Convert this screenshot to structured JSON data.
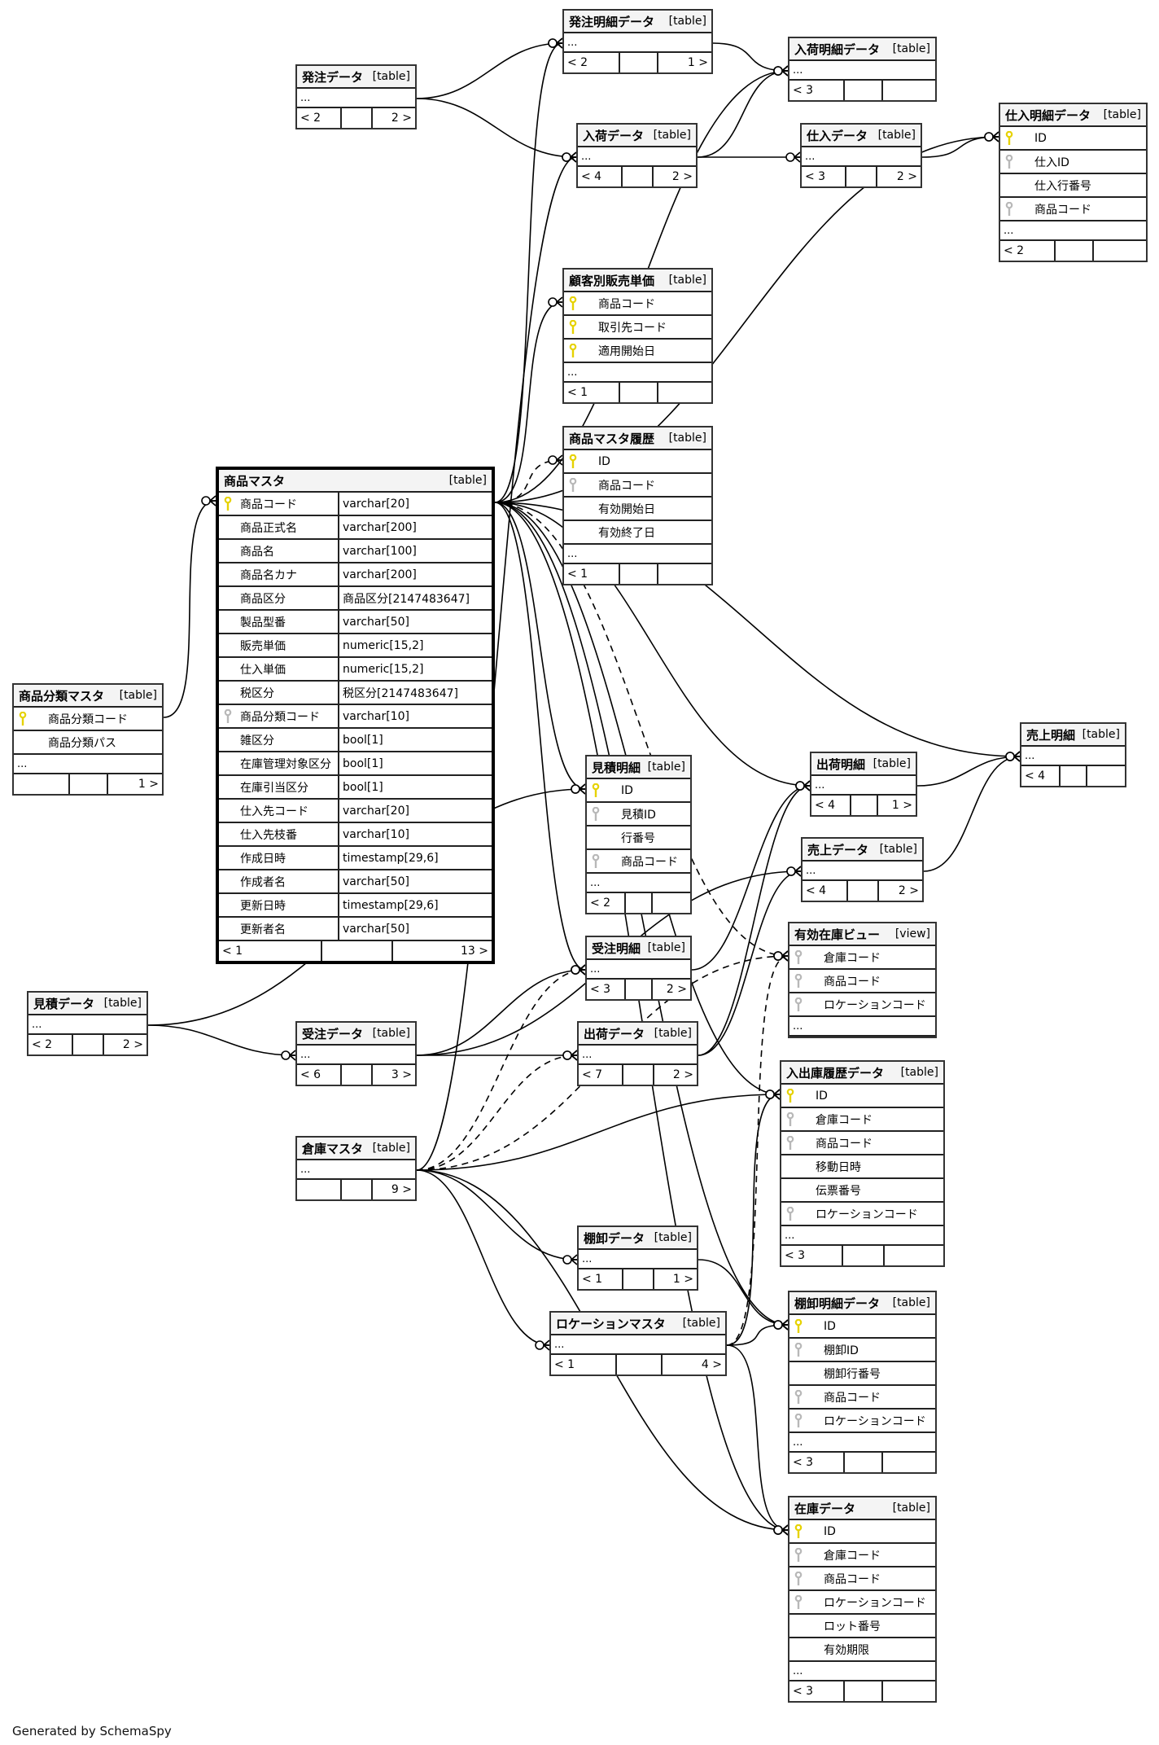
{
  "footer": "Generated by SchemaSpy",
  "colors": {
    "pk_key": "#e6d200",
    "fk_key": "#b8b8b8",
    "line": "#000000",
    "header_bg": "#f4f4f4"
  },
  "tables": [
    {
      "id": "hacchu_meisai",
      "name": "発注明細データ",
      "kind": "[table]",
      "columns": [],
      "ellipsis": "...",
      "parents": "< 2",
      "children": "1 >"
    },
    {
      "id": "hacchu",
      "name": "発注データ",
      "kind": "[table]",
      "columns": [],
      "ellipsis": "...",
      "parents": "< 2",
      "children": "2 >"
    },
    {
      "id": "nyuka_meisai",
      "name": "入荷明細データ",
      "kind": "[table]",
      "columns": [],
      "ellipsis": "...",
      "parents": "< 3",
      "children": ""
    },
    {
      "id": "nyuka",
      "name": "入荷データ",
      "kind": "[table]",
      "columns": [],
      "ellipsis": "...",
      "parents": "< 4",
      "children": "2 >"
    },
    {
      "id": "shiire",
      "name": "仕入データ",
      "kind": "[table]",
      "columns": [],
      "ellipsis": "...",
      "parents": "< 3",
      "children": "2 >"
    },
    {
      "id": "shiire_meisai",
      "name": "仕入明細データ",
      "kind": "[table]",
      "columns": [
        {
          "name": "ID",
          "key": "pk"
        },
        {
          "name": "仕入ID",
          "key": "fk"
        },
        {
          "name": "仕入行番号",
          "key": ""
        },
        {
          "name": "商品コード",
          "key": "fk"
        }
      ],
      "ellipsis": "...",
      "parents": "< 2",
      "children": ""
    },
    {
      "id": "kokyaku_tanka",
      "name": "顧客別販売単価",
      "kind": "[table]",
      "columns": [
        {
          "name": "商品コード",
          "key": "pk"
        },
        {
          "name": "取引先コード",
          "key": "pk"
        },
        {
          "name": "適用開始日",
          "key": "pk"
        }
      ],
      "ellipsis": "...",
      "parents": "< 1",
      "children": ""
    },
    {
      "id": "shohin_rireki",
      "name": "商品マスタ履歴",
      "kind": "[table]",
      "columns": [
        {
          "name": "ID",
          "key": "pk"
        },
        {
          "name": "商品コード",
          "key": "fk"
        },
        {
          "name": "有効開始日",
          "key": ""
        },
        {
          "name": "有効終了日",
          "key": ""
        }
      ],
      "ellipsis": "...",
      "parents": "< 1",
      "children": ""
    },
    {
      "id": "shohin",
      "name": "商品マスタ",
      "kind": "[table]",
      "focus": true,
      "columns": [
        {
          "name": "商品コード",
          "type": "varchar[20]",
          "key": "pk"
        },
        {
          "name": "商品正式名",
          "type": "varchar[200]",
          "key": ""
        },
        {
          "name": "商品名",
          "type": "varchar[100]",
          "key": ""
        },
        {
          "name": "商品名カナ",
          "type": "varchar[200]",
          "key": ""
        },
        {
          "name": "商品区分",
          "type": "商品区分[2147483647]",
          "key": ""
        },
        {
          "name": "製品型番",
          "type": "varchar[50]",
          "key": ""
        },
        {
          "name": "販売単価",
          "type": "numeric[15,2]",
          "key": ""
        },
        {
          "name": "仕入単価",
          "type": "numeric[15,2]",
          "key": ""
        },
        {
          "name": "税区分",
          "type": "税区分[2147483647]",
          "key": ""
        },
        {
          "name": "商品分類コード",
          "type": "varchar[10]",
          "key": "fk"
        },
        {
          "name": "雑区分",
          "type": "bool[1]",
          "key": ""
        },
        {
          "name": "在庫管理対象区分",
          "type": "bool[1]",
          "key": ""
        },
        {
          "name": "在庫引当区分",
          "type": "bool[1]",
          "key": ""
        },
        {
          "name": "仕入先コード",
          "type": "varchar[20]",
          "key": ""
        },
        {
          "name": "仕入先枝番",
          "type": "varchar[10]",
          "key": ""
        },
        {
          "name": "作成日時",
          "type": "timestamp[29,6]",
          "key": ""
        },
        {
          "name": "作成者名",
          "type": "varchar[50]",
          "key": ""
        },
        {
          "name": "更新日時",
          "type": "timestamp[29,6]",
          "key": ""
        },
        {
          "name": "更新者名",
          "type": "varchar[50]",
          "key": ""
        }
      ],
      "ellipsis": "",
      "parents": "< 1",
      "children": "13 >"
    },
    {
      "id": "bunrui",
      "name": "商品分類マスタ",
      "kind": "[table]",
      "columns": [
        {
          "name": "商品分類コード",
          "key": "pk"
        },
        {
          "name": "商品分類パス",
          "key": ""
        }
      ],
      "ellipsis": "...",
      "parents": "",
      "children": "1 >"
    },
    {
      "id": "mitsumori_meisai",
      "name": "見積明細",
      "kind": "[table]",
      "columns": [
        {
          "name": "ID",
          "key": "pk"
        },
        {
          "name": "見積ID",
          "key": "fk"
        },
        {
          "name": "行番号",
          "key": ""
        },
        {
          "name": "商品コード",
          "key": "fk"
        }
      ],
      "ellipsis": "...",
      "parents": "< 2",
      "children": ""
    },
    {
      "id": "shukka_meisai",
      "name": "出荷明細",
      "kind": "[table]",
      "columns": [],
      "ellipsis": "...",
      "parents": "< 4",
      "children": "1 >"
    },
    {
      "id": "uriage_meisai",
      "name": "売上明細",
      "kind": "[table]",
      "columns": [],
      "ellipsis": "...",
      "parents": "< 4",
      "children": ""
    },
    {
      "id": "uriage",
      "name": "売上データ",
      "kind": "[table]",
      "columns": [],
      "ellipsis": "...",
      "parents": "< 4",
      "children": "2 >"
    },
    {
      "id": "yuko_zaiko",
      "name": "有効在庫ビュー",
      "kind": "[view]",
      "columns": [
        {
          "name": "倉庫コード",
          "key": "fk"
        },
        {
          "name": "商品コード",
          "key": "fk"
        },
        {
          "name": "ロケーションコード",
          "key": "fk"
        }
      ],
      "ellipsis": "...",
      "nofoot": true,
      "parents": "",
      "children": ""
    },
    {
      "id": "juchu_meisai",
      "name": "受注明細",
      "kind": "[table]",
      "columns": [],
      "ellipsis": "...",
      "parents": "< 3",
      "children": "2 >"
    },
    {
      "id": "mitsumori",
      "name": "見積データ",
      "kind": "[table]",
      "columns": [],
      "ellipsis": "...",
      "parents": "< 2",
      "children": "2 >"
    },
    {
      "id": "juchu",
      "name": "受注データ",
      "kind": "[table]",
      "columns": [],
      "ellipsis": "...",
      "parents": "< 6",
      "children": "3 >"
    },
    {
      "id": "shukka",
      "name": "出荷データ",
      "kind": "[table]",
      "columns": [],
      "ellipsis": "...",
      "parents": "< 7",
      "children": "2 >"
    },
    {
      "id": "nyushukko",
      "name": "入出庫履歴データ",
      "kind": "[table]",
      "columns": [
        {
          "name": "ID",
          "key": "pk"
        },
        {
          "name": "倉庫コード",
          "key": "fk"
        },
        {
          "name": "商品コード",
          "key": "fk"
        },
        {
          "name": "移動日時",
          "key": ""
        },
        {
          "name": "伝票番号",
          "key": ""
        },
        {
          "name": "ロケーションコード",
          "key": "fk"
        }
      ],
      "ellipsis": "...",
      "parents": "< 3",
      "children": ""
    },
    {
      "id": "soko",
      "name": "倉庫マスタ",
      "kind": "[table]",
      "columns": [],
      "ellipsis": "...",
      "parents": "",
      "children": "9 >"
    },
    {
      "id": "tanaoroshi",
      "name": "棚卸データ",
      "kind": "[table]",
      "columns": [],
      "ellipsis": "...",
      "parents": "< 1",
      "children": "1 >"
    },
    {
      "id": "tanaoroshi_meisai",
      "name": "棚卸明細データ",
      "kind": "[table]",
      "columns": [
        {
          "name": "ID",
          "key": "pk"
        },
        {
          "name": "棚卸ID",
          "key": "fk"
        },
        {
          "name": "棚卸行番号",
          "key": ""
        },
        {
          "name": "商品コード",
          "key": "fk"
        },
        {
          "name": "ロケーションコード",
          "key": "fk"
        }
      ],
      "ellipsis": "...",
      "parents": "< 3",
      "children": ""
    },
    {
      "id": "location",
      "name": "ロケーションマスタ",
      "kind": "[table]",
      "columns": [],
      "ellipsis": "...",
      "parents": "< 1",
      "children": "4 >"
    },
    {
      "id": "zaiko",
      "name": "在庫データ",
      "kind": "[table]",
      "columns": [
        {
          "name": "ID",
          "key": "pk"
        },
        {
          "name": "倉庫コード",
          "key": "fk"
        },
        {
          "name": "商品コード",
          "key": "fk"
        },
        {
          "name": "ロケーションコード",
          "key": "fk"
        },
        {
          "name": "ロット番号",
          "key": ""
        },
        {
          "name": "有効期限",
          "key": ""
        }
      ],
      "ellipsis": "...",
      "parents": "< 3",
      "children": ""
    }
  ],
  "relationships": [
    {
      "from": "hacchu",
      "to": "hacchu_meisai",
      "style": "solid"
    },
    {
      "from": "hacchu",
      "to": "nyuka",
      "style": "solid"
    },
    {
      "from": "hacchu_meisai",
      "to": "nyuka_meisai",
      "style": "solid"
    },
    {
      "from": "nyuka",
      "to": "nyuka_meisai",
      "style": "solid"
    },
    {
      "from": "nyuka",
      "to": "shiire",
      "style": "solid"
    },
    {
      "from": "shiire",
      "to": "shiire_meisai",
      "style": "solid"
    },
    {
      "from": "shohin",
      "to": "shiire_meisai",
      "style": "solid"
    },
    {
      "from": "shohin",
      "to": "kokyaku_tanka",
      "style": "solid"
    },
    {
      "from": "shohin",
      "to": "shohin_rireki",
      "style": "dashed"
    },
    {
      "from": "shohin",
      "to": "hacchu_meisai",
      "style": "solid"
    },
    {
      "from": "shohin",
      "to": "nyuka_meisai",
      "style": "solid"
    },
    {
      "from": "shohin",
      "to": "uriage_meisai",
      "style": "solid"
    },
    {
      "from": "shohin",
      "to": "shukka_meisai",
      "style": "solid"
    },
    {
      "from": "shohin",
      "to": "mitsumori_meisai",
      "style": "solid"
    },
    {
      "from": "shohin",
      "to": "juchu_meisai",
      "style": "solid"
    },
    {
      "from": "shohin",
      "to": "yuko_zaiko",
      "style": "dashed"
    },
    {
      "from": "shohin",
      "to": "nyushukko",
      "style": "solid"
    },
    {
      "from": "shohin",
      "to": "tanaoroshi_meisai",
      "style": "solid"
    },
    {
      "from": "shohin",
      "to": "zaiko",
      "style": "solid"
    },
    {
      "from": "bunrui",
      "to": "shohin",
      "style": "solid"
    },
    {
      "from": "mitsumori",
      "to": "mitsumori_meisai",
      "style": "solid"
    },
    {
      "from": "mitsumori",
      "to": "juchu",
      "style": "solid"
    },
    {
      "from": "juchu",
      "to": "juchu_meisai",
      "style": "solid"
    },
    {
      "from": "juchu",
      "to": "shukka",
      "style": "solid"
    },
    {
      "from": "juchu",
      "to": "uriage",
      "style": "solid"
    },
    {
      "from": "juchu_meisai",
      "to": "shukka_meisai",
      "style": "solid"
    },
    {
      "from": "shukka",
      "to": "shukka_meisai",
      "style": "solid"
    },
    {
      "from": "shukka",
      "to": "uriage",
      "style": "solid"
    },
    {
      "from": "shukka_meisai",
      "to": "uriage_meisai",
      "style": "solid"
    },
    {
      "from": "uriage",
      "to": "uriage_meisai",
      "style": "solid"
    },
    {
      "from": "soko",
      "to": "juchu_meisai",
      "style": "dashed"
    },
    {
      "from": "soko",
      "to": "shukka",
      "style": "dashed"
    },
    {
      "from": "soko",
      "to": "yuko_zaiko",
      "style": "dashed"
    },
    {
      "from": "soko",
      "to": "nyushukko",
      "style": "solid"
    },
    {
      "from": "soko",
      "to": "tanaoroshi",
      "style": "solid"
    },
    {
      "from": "soko",
      "to": "location",
      "style": "solid"
    },
    {
      "from": "soko",
      "to": "zaiko",
      "style": "solid"
    },
    {
      "from": "soko",
      "to": "nyuka",
      "style": "solid"
    },
    {
      "from": "tanaoroshi",
      "to": "tanaoroshi_meisai",
      "style": "solid"
    },
    {
      "from": "location",
      "to": "yuko_zaiko",
      "style": "dashed"
    },
    {
      "from": "location",
      "to": "nyushukko",
      "style": "solid"
    },
    {
      "from": "location",
      "to": "tanaoroshi_meisai",
      "style": "solid"
    },
    {
      "from": "location",
      "to": "zaiko",
      "style": "solid"
    }
  ]
}
